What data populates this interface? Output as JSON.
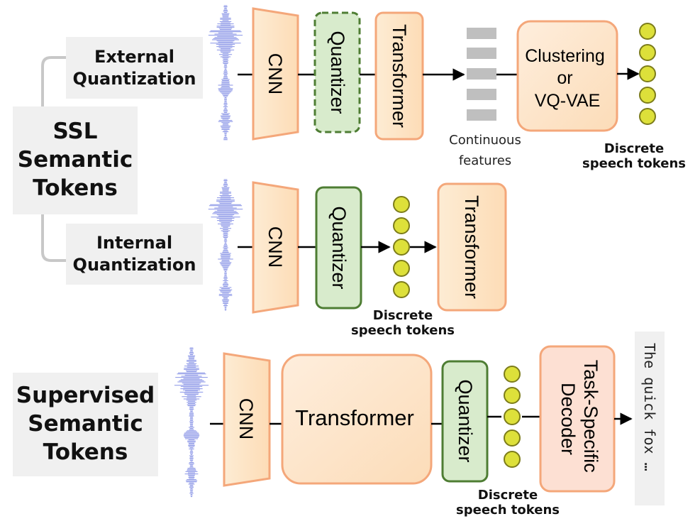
{
  "labels": {
    "ssl_title": "SSL\nSemantic\nTokens",
    "external": "External\nQuantization",
    "internal": "Internal\nQuantization",
    "supervised_title": "Supervised\nSemantic\nTokens"
  },
  "row1": {
    "cnn": "CNN",
    "quantizer": "Quantizer",
    "transformer": "Transformer",
    "continuous_features": "Continuous\nfeatures",
    "clustering": [
      "Clustering",
      "or",
      "VQ-VAE"
    ],
    "tokens_caption": "Discrete\nspeech tokens"
  },
  "row2": {
    "cnn": "CNN",
    "quantizer": "Quantizer",
    "transformer": "Transformer",
    "tokens_caption": "Discrete\nspeech tokens"
  },
  "row3": {
    "cnn": "CNN",
    "transformer": "Transformer",
    "quantizer": "Quantizer",
    "decoder": [
      "Task-Specific",
      "Decoder"
    ],
    "tokens_caption": "Discrete\nspeech tokens",
    "output_text": "The quick fox …"
  },
  "colors": {
    "orange_fill": "#fde3c4",
    "orange_stroke": "#f4a77a",
    "green_fill": "#d8ebcc",
    "green_stroke": "#4e7d33",
    "token_fill": "#dde03a",
    "token_stroke": "#7c7c1a",
    "decoder_fill": "#fde0d3",
    "waveform": "#6a78e0",
    "feature_grey": "#bfbfbf",
    "label_bg": "#f0f0f0"
  }
}
